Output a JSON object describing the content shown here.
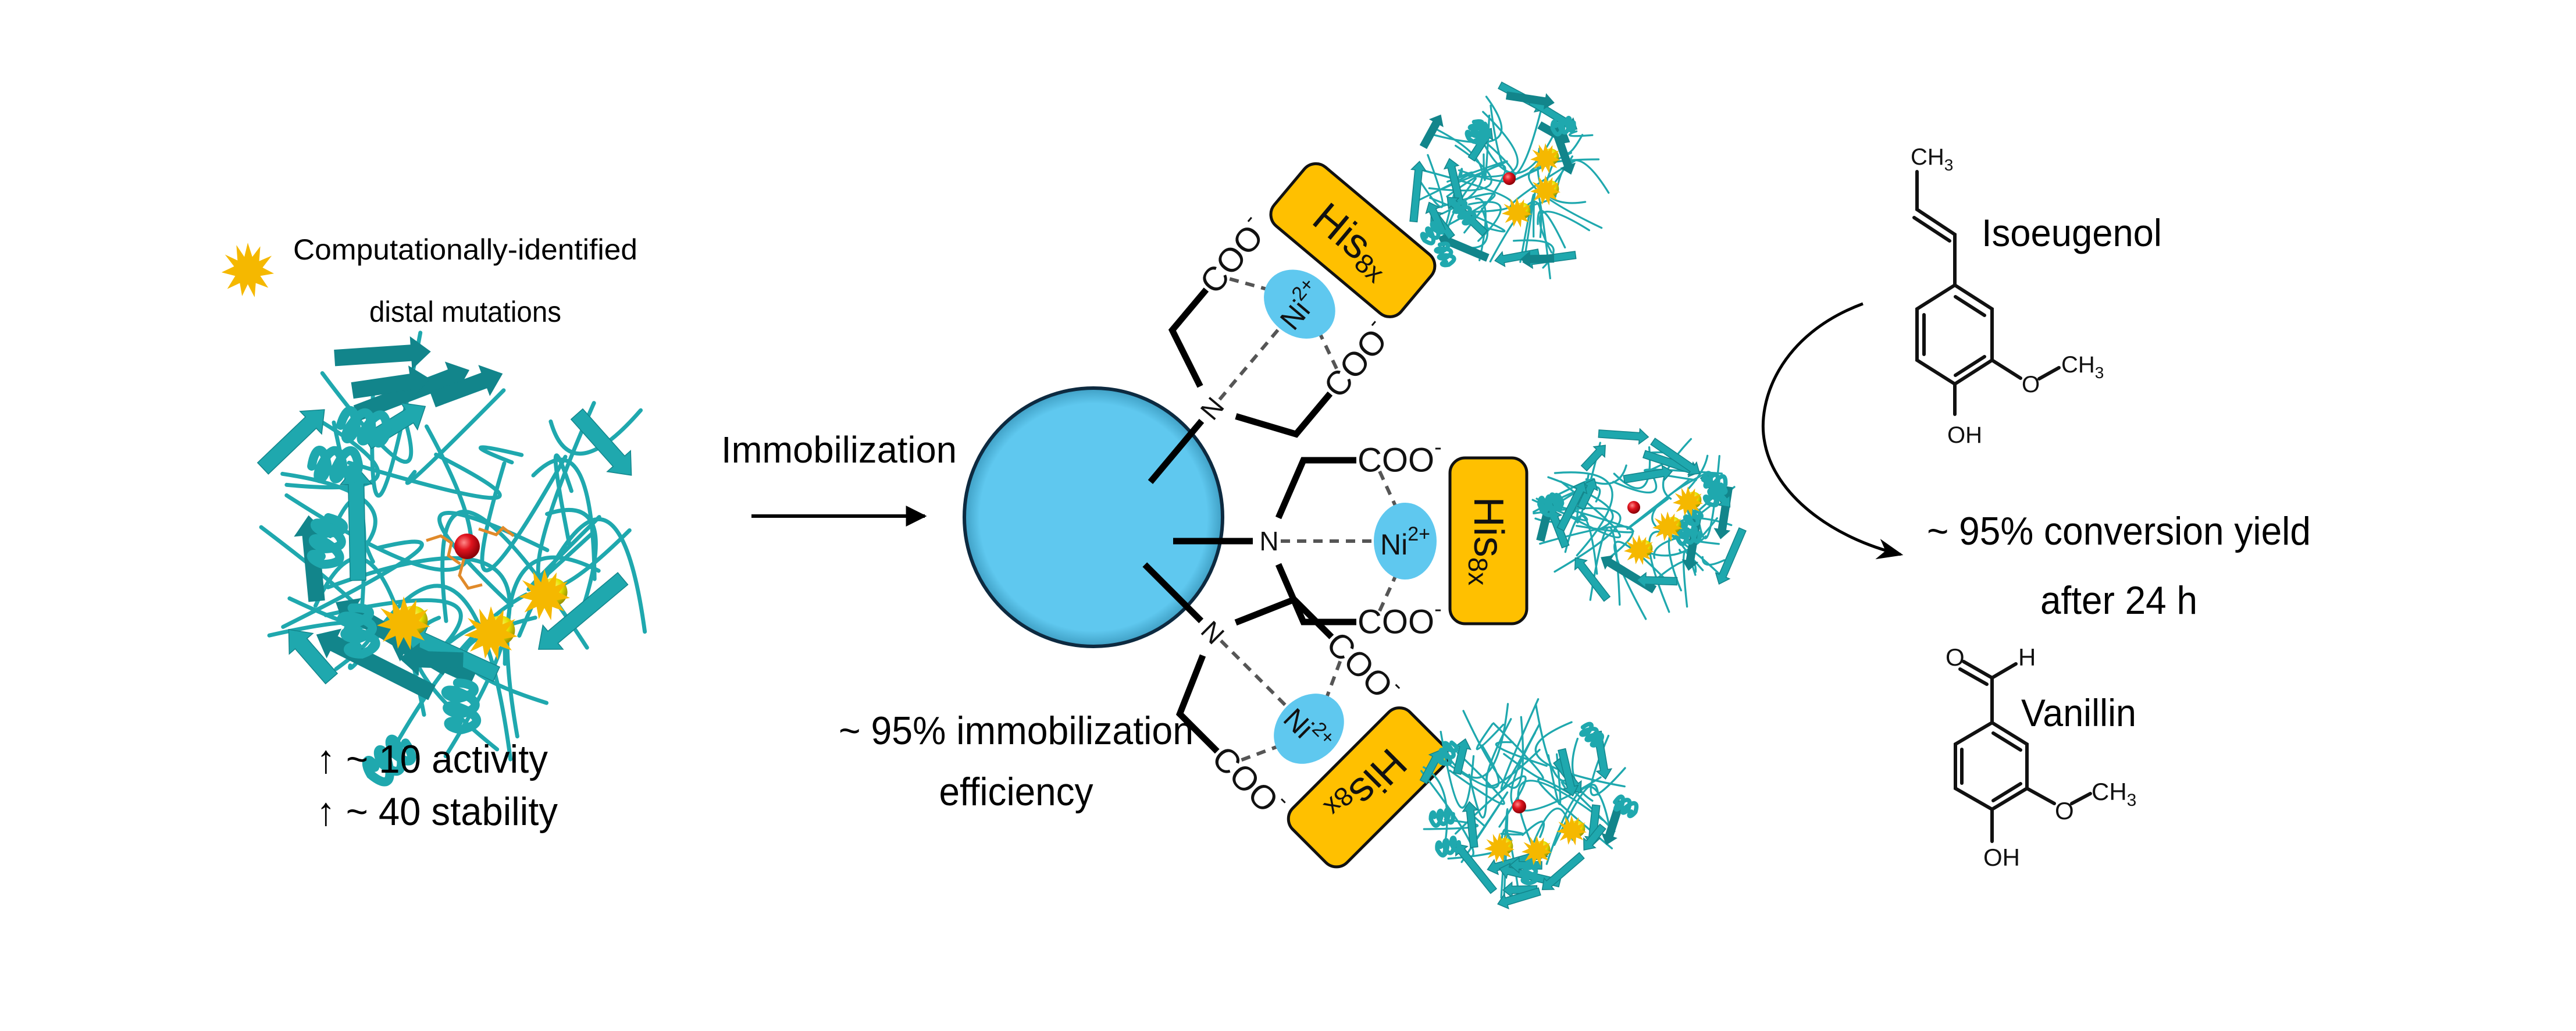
{
  "figure": {
    "colors": {
      "protein": "#1fa8ae",
      "protein_dark": "#12858b",
      "bead": "#5fc8ef",
      "nickel": "#5fc8ef",
      "his_tag": "#ffc000",
      "mutation_star": "#f5b800",
      "metal_center": "#e0141e",
      "ligand": "#e08a2a"
    },
    "legend": {
      "icon": "mutation-star-icon",
      "line1": "Computationally-identified",
      "line2": "distal mutations"
    },
    "enzyme": {
      "improvement_activity": "↑ ~ 10 activity",
      "improvement_stability": "↑ ~ 40 stability"
    },
    "immobilization": {
      "step_label": "Immobilization",
      "efficiency_line1": "~ 95% immobilization",
      "efficiency_line2": "efficiency"
    },
    "linker": {
      "nitrogen": "N",
      "carboxylate": "COO",
      "carboxylate_charge": "-",
      "nickel": "Ni",
      "nickel_charge": "2+",
      "tag": "His",
      "tag_subscript": "8x"
    },
    "reaction": {
      "substrate": {
        "name": "Isoeugenol",
        "methyl_top": "CH",
        "methyl_sub": "3",
        "methoxy_o": "O",
        "methoxy_ch": "CH",
        "methoxy_sub": "3",
        "hydroxyl": "OH"
      },
      "conditions_line1": "~ 95% conversion yield",
      "conditions_line2": "after 24 h",
      "product": {
        "name": "Vanillin",
        "aldehyde_o": "O",
        "aldehyde_h": "H",
        "methoxy_o": "O",
        "methoxy_ch": "CH",
        "methoxy_sub": "3",
        "hydroxyl": "OH"
      }
    }
  }
}
